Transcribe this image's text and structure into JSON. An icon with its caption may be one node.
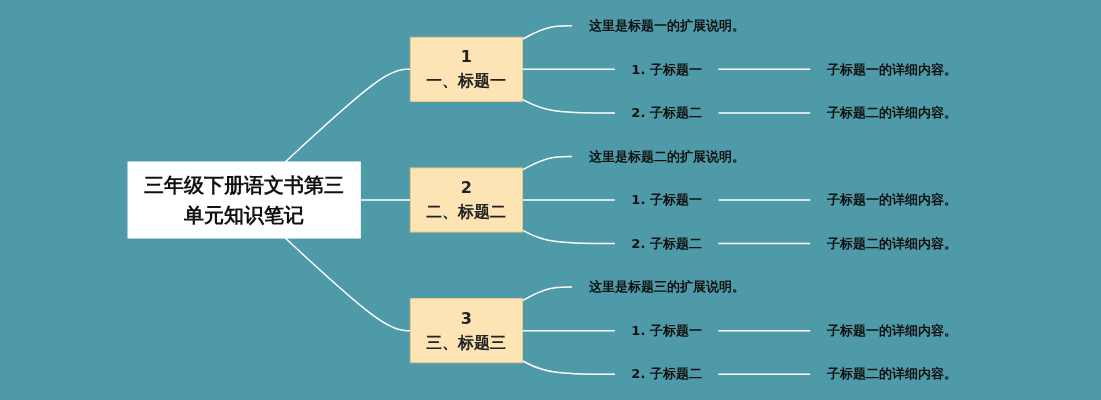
{
  "diagram": {
    "nodes": [
      {
        "text": [
          "三年级下册语文书第三单元知识笔记"
        ]
      },
      {
        "text": [
          "1",
          "一、标题一"
        ]
      },
      {
        "text": [
          "这里是标题一的扩展说明。"
        ]
      },
      {
        "text": [
          "1. 子标题一"
        ]
      },
      {
        "text": [
          "子标题一的详细内容。"
        ]
      },
      {
        "text": [
          "2. 子标题二"
        ]
      },
      {
        "text": [
          "子标题二的详细内容。"
        ]
      },
      {
        "text": [
          "2",
          "二、标题二"
        ]
      },
      {
        "text": [
          "这里是标题二的扩展说明。"
        ]
      },
      {
        "text": [
          "1. 子标题一"
        ]
      },
      {
        "text": [
          "子标题一的详细内容。"
        ]
      },
      {
        "text": [
          "2. 子标题二"
        ]
      },
      {
        "text": [
          "子标题二的详细内容。"
        ]
      },
      {
        "text": [
          "3",
          "三、标题三"
        ]
      },
      {
        "text": [
          "这里是标题三的扩展说明。"
        ]
      },
      {
        "text": [
          "1. 子标题一"
        ]
      },
      {
        "text": [
          "子标题一的详细内容。"
        ]
      },
      {
        "text": [
          "2. 子标题二"
        ]
      },
      {
        "text": [
          "子标题二的详细内容。"
        ]
      }
    ],
    "edges": [
      {
        "from": 0,
        "to": 1,
        "arrow": "none"
      },
      {
        "from": 1,
        "to": 2,
        "arrow": "none"
      },
      {
        "from": 1,
        "to": 3,
        "arrow": "none"
      },
      {
        "from": 3,
        "to": 4,
        "arrow": "none"
      },
      {
        "from": 1,
        "to": 5,
        "arrow": "none"
      },
      {
        "from": 5,
        "to": 6,
        "arrow": "none"
      },
      {
        "from": 0,
        "to": 7,
        "arrow": "none"
      },
      {
        "from": 7,
        "to": 8,
        "arrow": "none"
      },
      {
        "from": 7,
        "to": 9,
        "arrow": "none"
      },
      {
        "from": 9,
        "to": 10,
        "arrow": "none"
      },
      {
        "from": 7,
        "to": 11,
        "arrow": "none"
      },
      {
        "from": 11,
        "to": 12,
        "arrow": "none"
      },
      {
        "from": 0,
        "to": 13,
        "arrow": "none"
      },
      {
        "from": 13,
        "to": 14,
        "arrow": "none"
      },
      {
        "from": 13,
        "to": 15,
        "arrow": "none"
      },
      {
        "from": 15,
        "to": 16,
        "arrow": "none"
      },
      {
        "from": 13,
        "to": 17,
        "arrow": "none"
      },
      {
        "from": 17,
        "to": 18,
        "arrow": "none"
      }
    ]
  }
}
